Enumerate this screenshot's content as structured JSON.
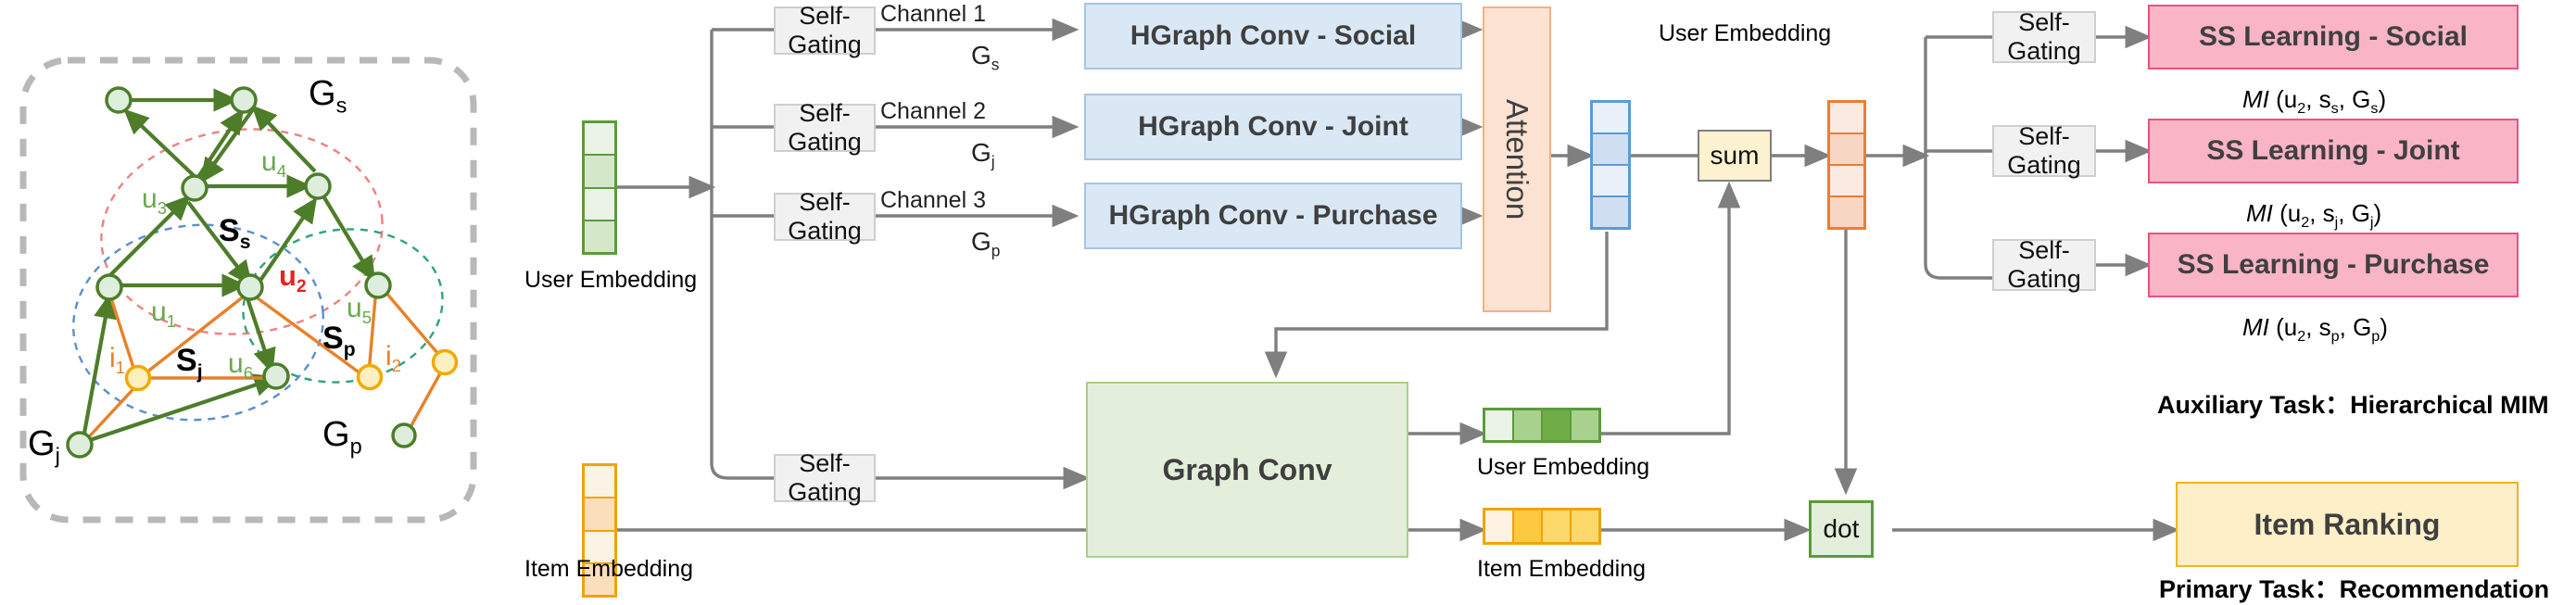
{
  "left_panel": {
    "graph_labels": [
      "G_s",
      "G_j",
      "G_p"
    ],
    "user_nodes": [
      "u_1",
      "u_2",
      "u_3",
      "u_4",
      "u_5",
      "u_6"
    ],
    "item_nodes": [
      "i_1",
      "i_2"
    ],
    "subgraph_labels": [
      "S_s",
      "S_j",
      "S_p"
    ],
    "highlight_node": "u2",
    "colors": {
      "user_node_fill": "#ddeedd",
      "user_node_stroke": "#4e7d2a",
      "item_node_fill": "#fdf0c0",
      "item_node_stroke": "#f2a900",
      "social_edge": "#4e7d2a",
      "purchase_edge": "#e8812a",
      "circle_social": "#f08080",
      "circle_joint": "#5b8fd0",
      "circle_purchase": "#2fa37a",
      "panel_border": "#b8b8b8",
      "highlight": "#e8231f"
    }
  },
  "inputs": {
    "user_embedding_label": "User Embedding",
    "item_embedding_label": "Item Embedding",
    "user_color": "#5a9b3c",
    "item_color": "#f0a30a"
  },
  "channels": [
    {
      "gate": "Self-Gating",
      "channel": "Channel 1",
      "graph": "G",
      "graph_sub": "s",
      "conv": "HGraph Conv - Social"
    },
    {
      "gate": "Self-Gating",
      "channel": "Channel 2",
      "graph": "G",
      "graph_sub": "j",
      "conv": "HGraph Conv - Joint"
    },
    {
      "gate": "Self-Gating",
      "channel": "Channel 3",
      "graph": "G",
      "graph_sub": "p",
      "conv": "HGraph Conv - Purchase"
    }
  ],
  "bottom_branch": {
    "gate": "Self-Gating",
    "graph_conv": "Graph Conv",
    "user_embedding_label": "User Embedding",
    "item_embedding_label": "Item Embedding"
  },
  "fusion": {
    "attention": "Attention",
    "attention_user_embedding_label": "User Embedding",
    "sum": "sum",
    "dot": "dot",
    "attention_color": "#f3b183",
    "blue_embedding_color": "#5b9bd5",
    "orange_embedding_color": "#ed7d31"
  },
  "ss_branches": [
    {
      "gate": "Self-Gating",
      "title": "SS Learning - Social",
      "mi": "MI (u2, ss, Gs)",
      "mi_parts": {
        "fn": "MI",
        "args": [
          {
            "base": "u",
            "sub": "2"
          },
          {
            "base": "s",
            "sub": "s"
          },
          {
            "base": "G",
            "sub": "s"
          }
        ]
      }
    },
    {
      "gate": "Self-Gating",
      "title": "SS Learning - Joint",
      "mi": "MI (u2, sj, Gj)",
      "mi_parts": {
        "fn": "MI",
        "args": [
          {
            "base": "u",
            "sub": "2"
          },
          {
            "base": "s",
            "sub": "j"
          },
          {
            "base": "G",
            "sub": "j"
          }
        ]
      }
    },
    {
      "gate": "Self-Gating",
      "title": "SS Learning - Purchase",
      "mi": "MI (u2, sp, Gp)",
      "mi_parts": {
        "fn": "MI",
        "args": [
          {
            "base": "u",
            "sub": "2"
          },
          {
            "base": "s",
            "sub": "p"
          },
          {
            "base": "G",
            "sub": "p"
          }
        ]
      }
    }
  ],
  "tasks": {
    "auxiliary_prefix": "Auxiliary Task：",
    "auxiliary_value": "Hierarchical MIM",
    "primary_prefix": "Primary Task：",
    "primary_value": "Recommendation",
    "item_ranking": "Item Ranking"
  }
}
